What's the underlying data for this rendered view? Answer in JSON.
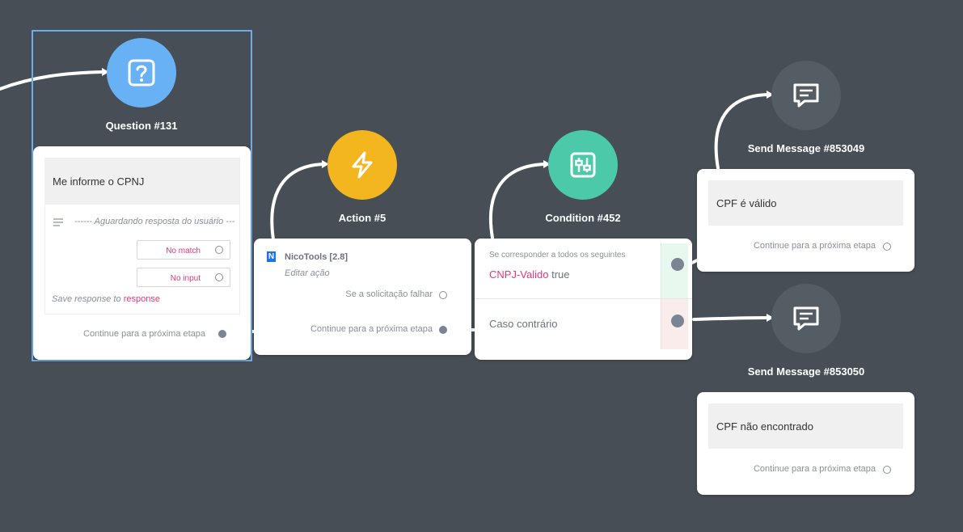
{
  "colors": {
    "background": "#474e55",
    "question_accent": "#69b1f5",
    "action_accent": "#f3b61f",
    "condition_accent": "#4bc9a9",
    "message_accent": "#545c64",
    "link_pink": "#e2387a",
    "selection_blue": "#6aaef0"
  },
  "question": {
    "icon": "question-mark-icon",
    "title": "Question #131",
    "prompt": "Me informe o CPNJ",
    "waiting": "------ Aguardando resposta do usuário ---",
    "no_match": "No match",
    "no_input": "No input",
    "save_prefix": "Save response to",
    "save_var": "response",
    "continue": "Continue para a próxima etapa"
  },
  "action": {
    "icon": "lightning-icon",
    "title": "Action #5",
    "badge": "N",
    "tool": "NicoTools [2.8]",
    "edit": "Editar ação",
    "fail": "Se a solicitação falhar",
    "continue": "Continue para a próxima etapa"
  },
  "condition": {
    "icon": "filter-sliders-icon",
    "title": "Condition #452",
    "match_all": "Se corresponder a todos os seguintes",
    "var": "CNPJ-Valido",
    "value": "true",
    "else": "Caso contrário"
  },
  "message_1": {
    "icon": "chat-message-icon",
    "title": "Send Message #853049",
    "text": "CPF é válido",
    "continue": "Continue para a próxima etapa"
  },
  "message_2": {
    "icon": "chat-message-icon",
    "title": "Send Message #853050",
    "text": "CPF não encontrado",
    "continue": "Continue para a próxima etapa"
  }
}
